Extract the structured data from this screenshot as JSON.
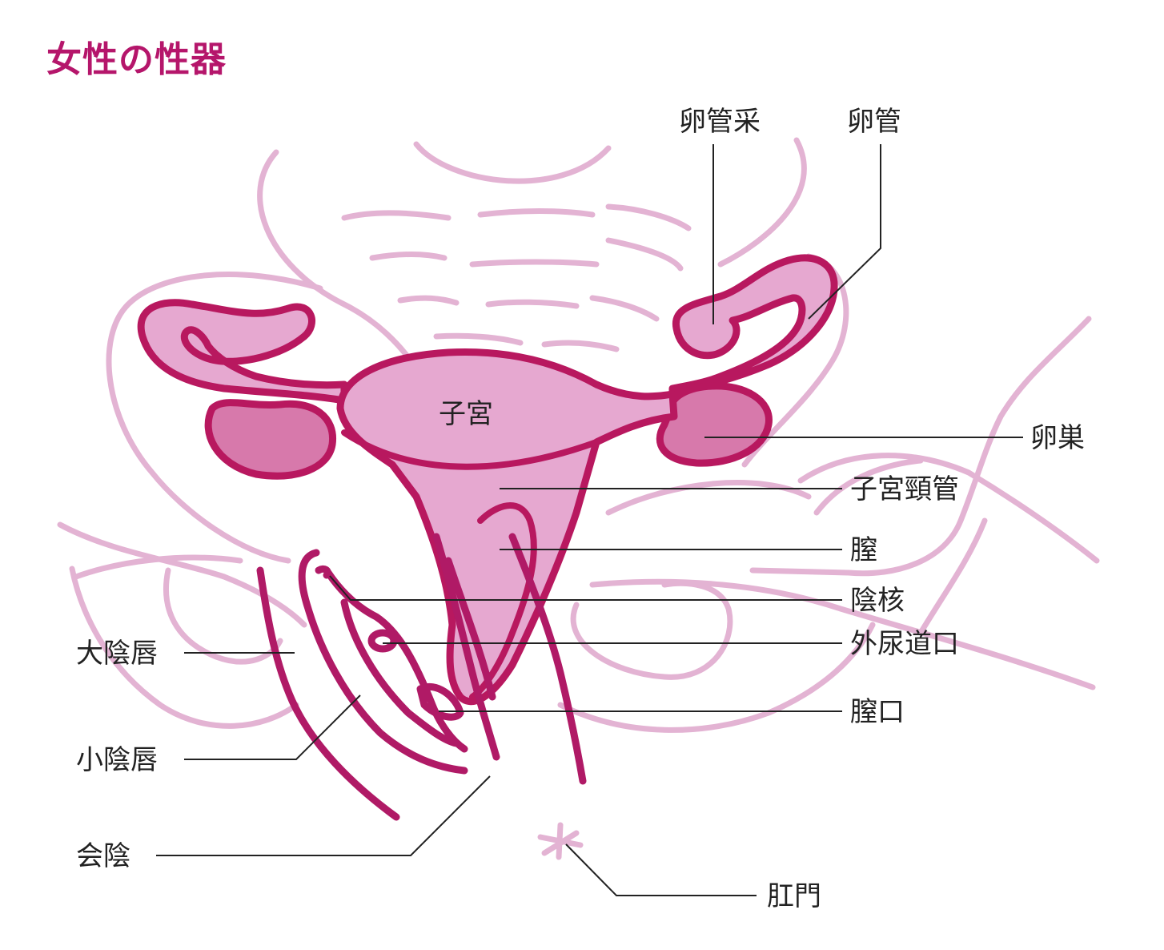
{
  "title": "女性の性器",
  "colors": {
    "title": "#b5166b",
    "organ_fill": "#e6a8d0",
    "organ_outline": "#b8185f",
    "ovary_fill": "#d779ab",
    "background_lines": "#e3b3d3",
    "label_text": "#222222"
  },
  "labels": {
    "fimbriae": "卵管采",
    "fallopian_tube": "卵管",
    "uterus": "子宮",
    "ovary": "卵巣",
    "cervical_canal": "子宮頸管",
    "vagina": "膣",
    "clitoris": "陰核",
    "urethral_opening": "外尿道口",
    "vaginal_opening": "膣口",
    "labia_majora": "大陰唇",
    "labia_minora": "小陰唇",
    "perineum": "会陰",
    "anus": "肛門"
  }
}
